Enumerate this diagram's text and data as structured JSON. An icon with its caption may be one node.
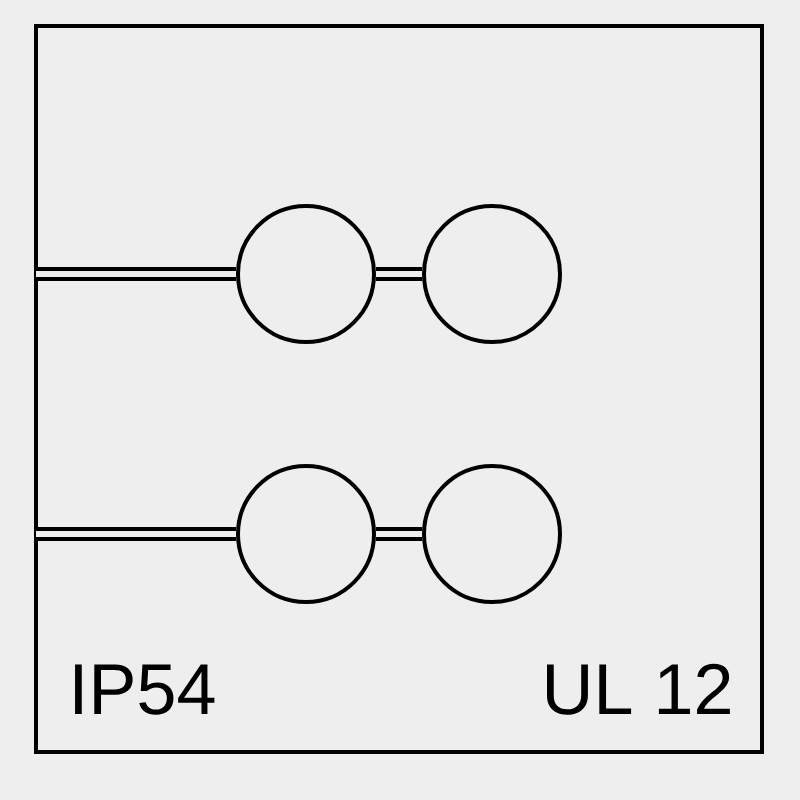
{
  "diagram": {
    "nodes": [
      {
        "text": [],
        "shape": "box"
      },
      {
        "text": [],
        "shape": "circle",
        "in": 0
      },
      {
        "text": [],
        "shape": "circle",
        "in": 0
      },
      {
        "text": [],
        "shape": "circle",
        "in": 0
      },
      {
        "text": [],
        "shape": "circle",
        "in": 0
      }
    ],
    "edges": [
      {
        "from": 0,
        "to": 1,
        "arrow": "none"
      },
      {
        "from": 1,
        "to": 2,
        "arrow": "none"
      },
      {
        "from": 0,
        "to": 3,
        "arrow": "none"
      },
      {
        "from": 3,
        "to": 4,
        "arrow": "none"
      }
    ],
    "labels": [
      "IP54",
      "UL 12"
    ]
  }
}
